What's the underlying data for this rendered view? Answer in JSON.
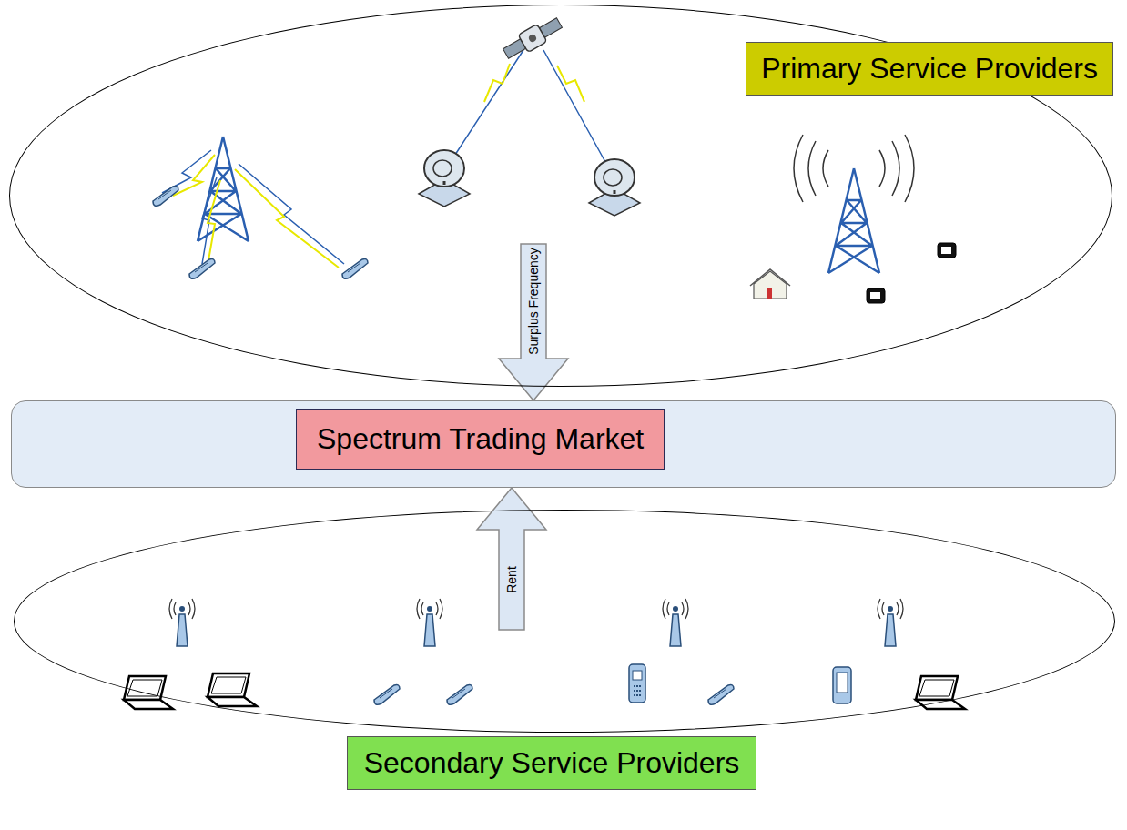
{
  "diagram": {
    "nodes": [
      {
        "text": [
          "Primary Service Providers"
        ]
      },
      {
        "text": [
          "Spectrum Trading Market"
        ]
      },
      {
        "text": [
          "Secondary Service Providers"
        ]
      }
    ],
    "edges": [
      {
        "from": 0,
        "to": 1,
        "label": "Surplus Frequency",
        "arrow": "to"
      },
      {
        "from": 2,
        "to": 1,
        "label": "Rent",
        "arrow": "to"
      }
    ]
  }
}
